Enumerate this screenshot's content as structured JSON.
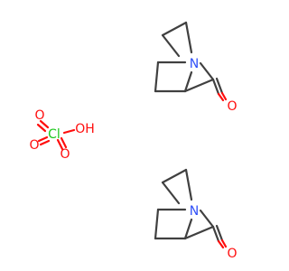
{
  "structure": {
    "molecule_1": {
      "n_label": "N",
      "o_label": "O"
    },
    "perchloric_acid": {
      "cl_label": "Cl",
      "o_label": "O",
      "oh_label": "OH"
    },
    "molecule_2": {
      "n_label": "N",
      "o_label": "O"
    }
  },
  "colors": {
    "bond": "#404040",
    "nitrogen": "#3050f8",
    "oxygen": "#ff0d0d",
    "chlorine": "#1ec81e"
  }
}
